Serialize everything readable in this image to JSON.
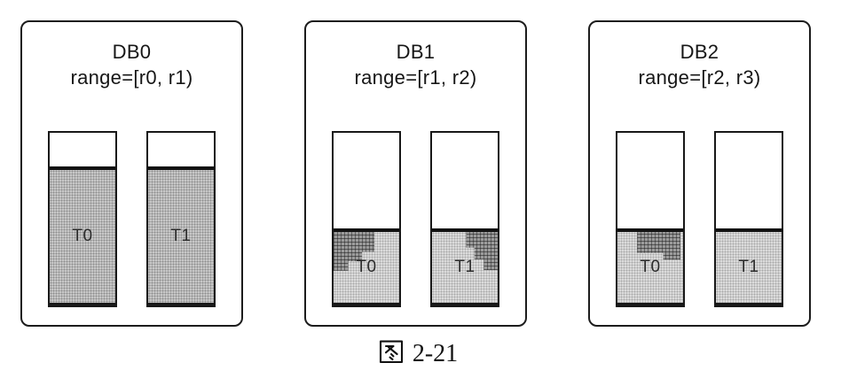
{
  "figure": {
    "caption": "图 2-21",
    "caption_figure_char": "图",
    "caption_number": "2-21"
  },
  "colors": {
    "background": "#ffffff",
    "box_border": "#1c1c1c",
    "fill_full_gray": "#c7c7c7",
    "fill_partial_gray": "#dbdbdb",
    "hot_region_gray": "#9b9b9b",
    "fill_top_line": "#101010"
  },
  "databases": [
    {
      "name": "DB0",
      "range": "range=[r0, r1)",
      "tables": [
        {
          "label": "T0",
          "fill_pct": 80
        },
        {
          "label": "T1",
          "fill_pct": 80
        }
      ]
    },
    {
      "name": "DB1",
      "range": "range=[r1, r2)",
      "tables": [
        {
          "label": "T0",
          "fill_pct": 44,
          "hot_region": {
            "position": "top-left",
            "width_pct": 62,
            "height_pct": 55
          }
        },
        {
          "label": "T1",
          "fill_pct": 44,
          "hot_region": {
            "position": "top-right",
            "width_pct": 48,
            "height_pct": 54
          }
        }
      ]
    },
    {
      "name": "DB2",
      "range": "range=[r2, r3)",
      "tables": [
        {
          "label": "T0",
          "fill_pct": 44,
          "hot_region": {
            "position": "top-center",
            "left_pct": 30,
            "width_pct": 66,
            "height_pct": 44
          }
        },
        {
          "label": "T1",
          "fill_pct": 44
        }
      ]
    }
  ]
}
